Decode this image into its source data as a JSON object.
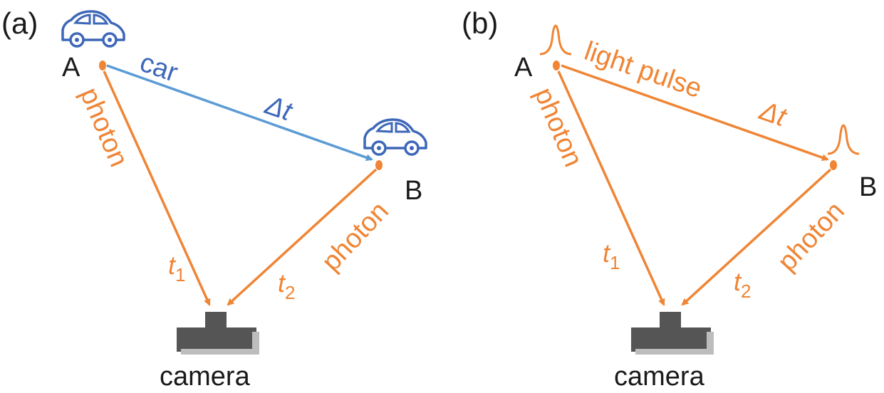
{
  "panel_a": {
    "label": "(a)",
    "point_a": "A",
    "point_b": "B",
    "moving_label": "car",
    "delta": "Δt",
    "photon_left": "photon",
    "photon_right": "photon",
    "t1": "t",
    "t1_sub": "1",
    "t2": "t",
    "t2_sub": "2",
    "camera": "camera",
    "icons": [
      "car-icon",
      "camera-icon"
    ]
  },
  "panel_b": {
    "label": "(b)",
    "point_a": "A",
    "point_b": "B",
    "moving_label": "light pulse",
    "delta": "Δt",
    "photon_left": "photon",
    "photon_right": "photon",
    "t1": "t",
    "t1_sub": "1",
    "t2": "t",
    "t2_sub": "2",
    "camera": "camera",
    "icons": [
      "pulse-icon",
      "camera-icon"
    ]
  },
  "colors": {
    "photon": "#ef8535",
    "car": "#3d67b8",
    "car_arrow": "#5b9bd5",
    "camera": "#555555",
    "text": "#1a1a1a"
  }
}
